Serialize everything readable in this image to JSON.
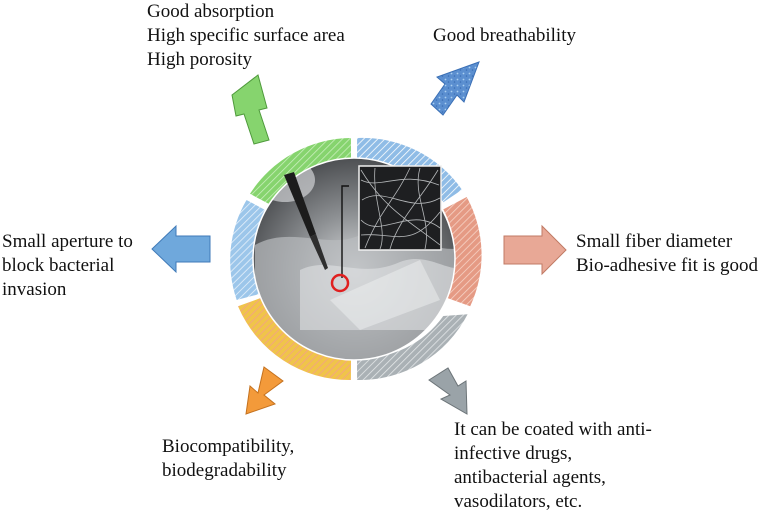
{
  "properties": {
    "top_left": [
      "Good absorption",
      "High specific surface area",
      "High porosity"
    ],
    "top_right": [
      "Good breathability"
    ],
    "right": [
      "Small fiber diameter",
      "Bio-adhesive fit is good"
    ],
    "left": [
      "Small aperture to",
      "block bacterial",
      "invasion"
    ],
    "bottom_left": [
      "Biocompatibility,",
      "biodegradability"
    ],
    "bottom_right": [
      "It can be coated with anti-",
      "infective drugs,",
      "antibacterial agents,",
      "vasodilators, etc."
    ]
  },
  "colors": {
    "green": "#86d46e",
    "blue": "#6fa8dc",
    "salmon": "#e59a84",
    "gray": "#9aa3a8",
    "yellow": "#f0c44a",
    "orange": "#f39a3a",
    "ring_blue": "#8fbce6"
  },
  "icons": [
    "green-arrow-icon",
    "blue-arrow-icon",
    "salmon-arrow-icon",
    "gray-arrow-icon",
    "orange-arrow-icon",
    "left-blue-arrow-icon",
    "needle-icon",
    "target-circle-icon"
  ]
}
